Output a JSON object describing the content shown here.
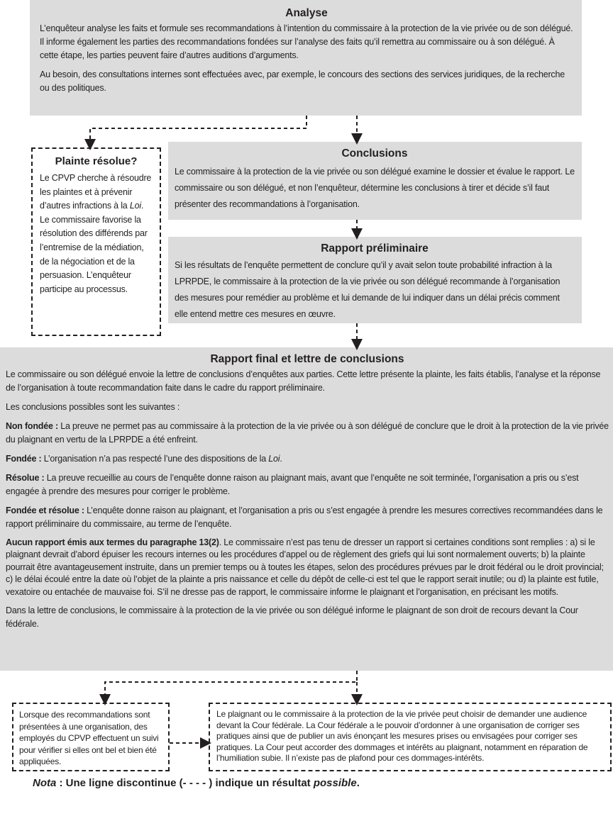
{
  "analyse": {
    "title": "Analyse",
    "p1": "L’enquêteur analyse les faits et formule ses recommandations à l’intention du commissaire à la protection de la vie privée ou de son délégué. Il informe également les parties des recommandations fondées sur l’analyse des faits qu’il remettra au commissaire ou à son délégué. À cette étape, les parties peuvent faire d’autres auditions d’arguments.",
    "p2": "Au besoin, des consultations internes sont effectuées avec, par exemple, le concours des sections des services juridiques, de la recherche ou des politiques."
  },
  "plainte": {
    "title": "Plainte résolue?",
    "text_before": "Le CPVP cherche à résoudre les plaintes et à prévenir d’autres infractions à la ",
    "loi": "Loi",
    "text_after": ". Le commissaire favorise la résolution des différends par l’entremise de la médiation, de la négociation et de la persuasion. L’enquêteur participe au processus."
  },
  "conclusions": {
    "title": "Conclusions",
    "text": "Le commissaire à la protection de la vie privée ou son délégué examine le dossier et évalue le rapport. Le commissaire ou son délégué, et non l’enquêteur, détermine les conclusions à tirer et décide s’il faut présenter des recommandations à l’organisation."
  },
  "rapport_prelim": {
    "title": "Rapport préliminaire",
    "text": "Si les résultats de l’enquête permettent de conclure qu’il y avait selon toute probabilité infraction à la LPRPDE, le commissaire à la protection de la vie privée ou son délégué recommande à l’organisation des mesures pour remédier au problème et lui demande de lui indiquer dans un délai précis comment elle entend mettre ces mesures en œuvre."
  },
  "rapport_final": {
    "title": "Rapport final et lettre de conclusions",
    "intro": "Le commissaire ou son délégué envoie la lettre de conclusions d’enquêtes aux parties. Cette lettre présente la plainte, les faits établis, l’analyse et la réponse de l’organisation à toute recommandation faite dans le cadre du rapport préliminaire.",
    "possible": "Les conclusions possibles sont les suivantes :",
    "non_fondee_label": "Non fondée :",
    "non_fondee_text": " La preuve ne permet pas au commissaire à la protection de la vie privée ou à son délégué de conclure que le droit à la protection de la vie privée du plaignant en vertu de la LPRPDE a été enfreint.",
    "fondee_label": "Fondée :",
    "fondee_text": " L’organisation n’a pas respecté l’une des dispositions de la ",
    "fondee_loi": "Loi",
    "fondee_end": ".",
    "resolue_label": "Résolue :",
    "resolue_text": " La preuve recueillie au cours de l’enquête donne raison au plaignant mais, avant que l’enquête ne soit terminée, l’organisation a pris ou s’est engagée à prendre des mesures pour corriger le problème.",
    "fondee_resolue_label": "Fondée et résolue :",
    "fondee_resolue_text": " L’enquête donne raison au plaignant, et l’organisation a pris ou s’est engagée à prendre les mesures correctives recommandées dans le rapport préliminaire du commissaire, au terme de l’enquête.",
    "aucun_label": "Aucun rapport émis aux termes du paragraphe 13(2)",
    "aucun_text": ". Le commissaire n’est pas tenu de dresser un rapport si certaines conditions sont remplies : a) si le plaignant devrait d’abord épuiser les recours internes ou les procédures d’appel ou de règlement des griefs qui lui sont normalement ouverts; b) la plainte pourrait être avantageusement instruite, dans un premier temps ou à toutes les étapes, selon des procédures prévues par le droit fédéral ou le droit provincial; c) le délai écoulé entre la date où l’objet de la plainte a pris naissance et celle du dépôt de celle-ci est tel que le rapport serait inutile; ou d) la plainte est futile, vexatoire ou entachée de mauvaise foi. S’il ne dresse pas de rapport, le commissaire informe le plaignant et l’organisation, en précisant les motifs.",
    "lettre": "Dans la lettre de conclusions, le commissaire à la protection de la vie privée ou son délégué informe le plaignant de son droit de recours devant la Cour fédérale."
  },
  "suivi": {
    "text": "Lorsque des recommandations sont présentées à une organisation, des employés du CPVP effectuent un suivi pour vérifier si elles ont bel et bien été appliquées."
  },
  "cour": {
    "text": "Le plaignant ou le commissaire à la protection de la vie privée peut choisir de demander une audience devant la Cour fédérale. La Cour fédérale a le pouvoir d’ordonner à une organisation de corriger ses pratiques ainsi que de publier un avis énonçant les mesures prises ou envisagées pour corriger ses pratiques. La Cour peut accorder des dommages et intérêts au plaignant, notamment en réparation de l’humiliation subie. Il n’existe pas de plafond pour ces dommages-intérêts."
  },
  "note": {
    "nota": "Nota",
    "text1": " : Une ligne discontinue (- - - - ) indique un résultat ",
    "possible": "possible",
    "end": "."
  }
}
